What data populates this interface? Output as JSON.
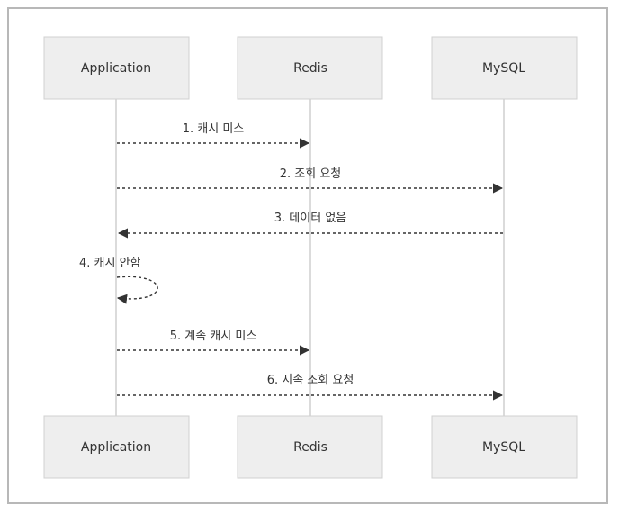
{
  "diagram": {
    "actors_top": [
      {
        "id": "application",
        "label": "Application"
      },
      {
        "id": "redis",
        "label": "Redis"
      },
      {
        "id": "mysql",
        "label": "MySQL"
      }
    ],
    "actors_bottom": [
      {
        "id": "application",
        "label": "Application"
      },
      {
        "id": "redis",
        "label": "Redis"
      },
      {
        "id": "mysql",
        "label": "MySQL"
      }
    ],
    "messages": [
      {
        "label": "1. 캐시 미스",
        "from": "application",
        "to": "redis"
      },
      {
        "label": "2. 조회 요청",
        "from": "application",
        "to": "mysql"
      },
      {
        "label": "3. 데이터 없음",
        "from": "mysql",
        "to": "application"
      },
      {
        "label": "4. 캐시 안함",
        "from": "application",
        "to": "application"
      },
      {
        "label": "5. 계속 캐시 미스",
        "from": "application",
        "to": "redis"
      },
      {
        "label": "6. 지속 조회 요청",
        "from": "application",
        "to": "mysql"
      }
    ]
  }
}
